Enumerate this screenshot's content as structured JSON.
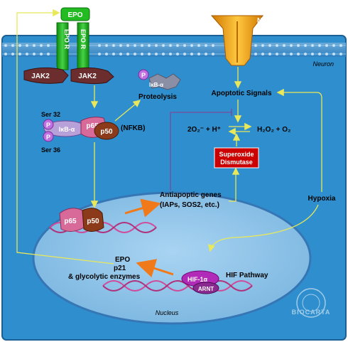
{
  "diagram": {
    "compartments": {
      "neuron_label": "Neuron",
      "nucleus_label": "Nucleus"
    },
    "receptors": {
      "epo": "EPO",
      "epo_r_left": "EPO R",
      "epo_r_right": "EPO R",
      "jak2_left": "JAK2",
      "jak2_right": "JAK2",
      "nmda": "NMDA"
    },
    "labels": {
      "proteolysis_p": "P",
      "proteolysis_ikb": "IκB-α",
      "proteolysis": "Proteolysis",
      "ser32": "Ser 32",
      "ser36": "Ser 36",
      "p_top": "P",
      "p_bottom": "P",
      "ikba": "IκB-α",
      "p65": "p65",
      "p50": "p50",
      "nfkb": "(NFKB)",
      "p65_nuc": "p65",
      "p50_nuc": "p50",
      "apoptotic_signals": "Apoptotic Signals",
      "reaction_left": "2O₂⁻ + H⁺",
      "reaction_right": "H₂O₂ + O₂",
      "sod_line1": "Superoxide",
      "sod_line2": "Dismutase",
      "antiapoptotic_line1": "Antiapoptic genes",
      "antiapoptotic_line2": "(IAPs, SOS2, etc.)",
      "hypoxia": "Hypoxia",
      "epo_out_line1": "EPO",
      "epo_out_line2": "p21",
      "epo_out_line3": "& glycolytic enzymes",
      "hif1a": "HIF-1α",
      "arnt": "ARNT",
      "hif_pathway": "HIF Pathway",
      "logo": "BIOCARTA"
    },
    "colors": {
      "cell": "#2f8fce",
      "nucleus": "#8ec3e8",
      "epo_green": "#22bb22",
      "jak2": "#6b2d2d",
      "nmda": "#f5a800",
      "sod_red": "#cc0000",
      "arrow_yellow": "#e8e85a",
      "arrow_orange": "#f07a1a",
      "hif_purple": "#b22bb8",
      "p65_pink": "#d86a9a",
      "p50_brown": "#8b3a1a",
      "ikb_lavender": "#b8a0d8"
    }
  }
}
